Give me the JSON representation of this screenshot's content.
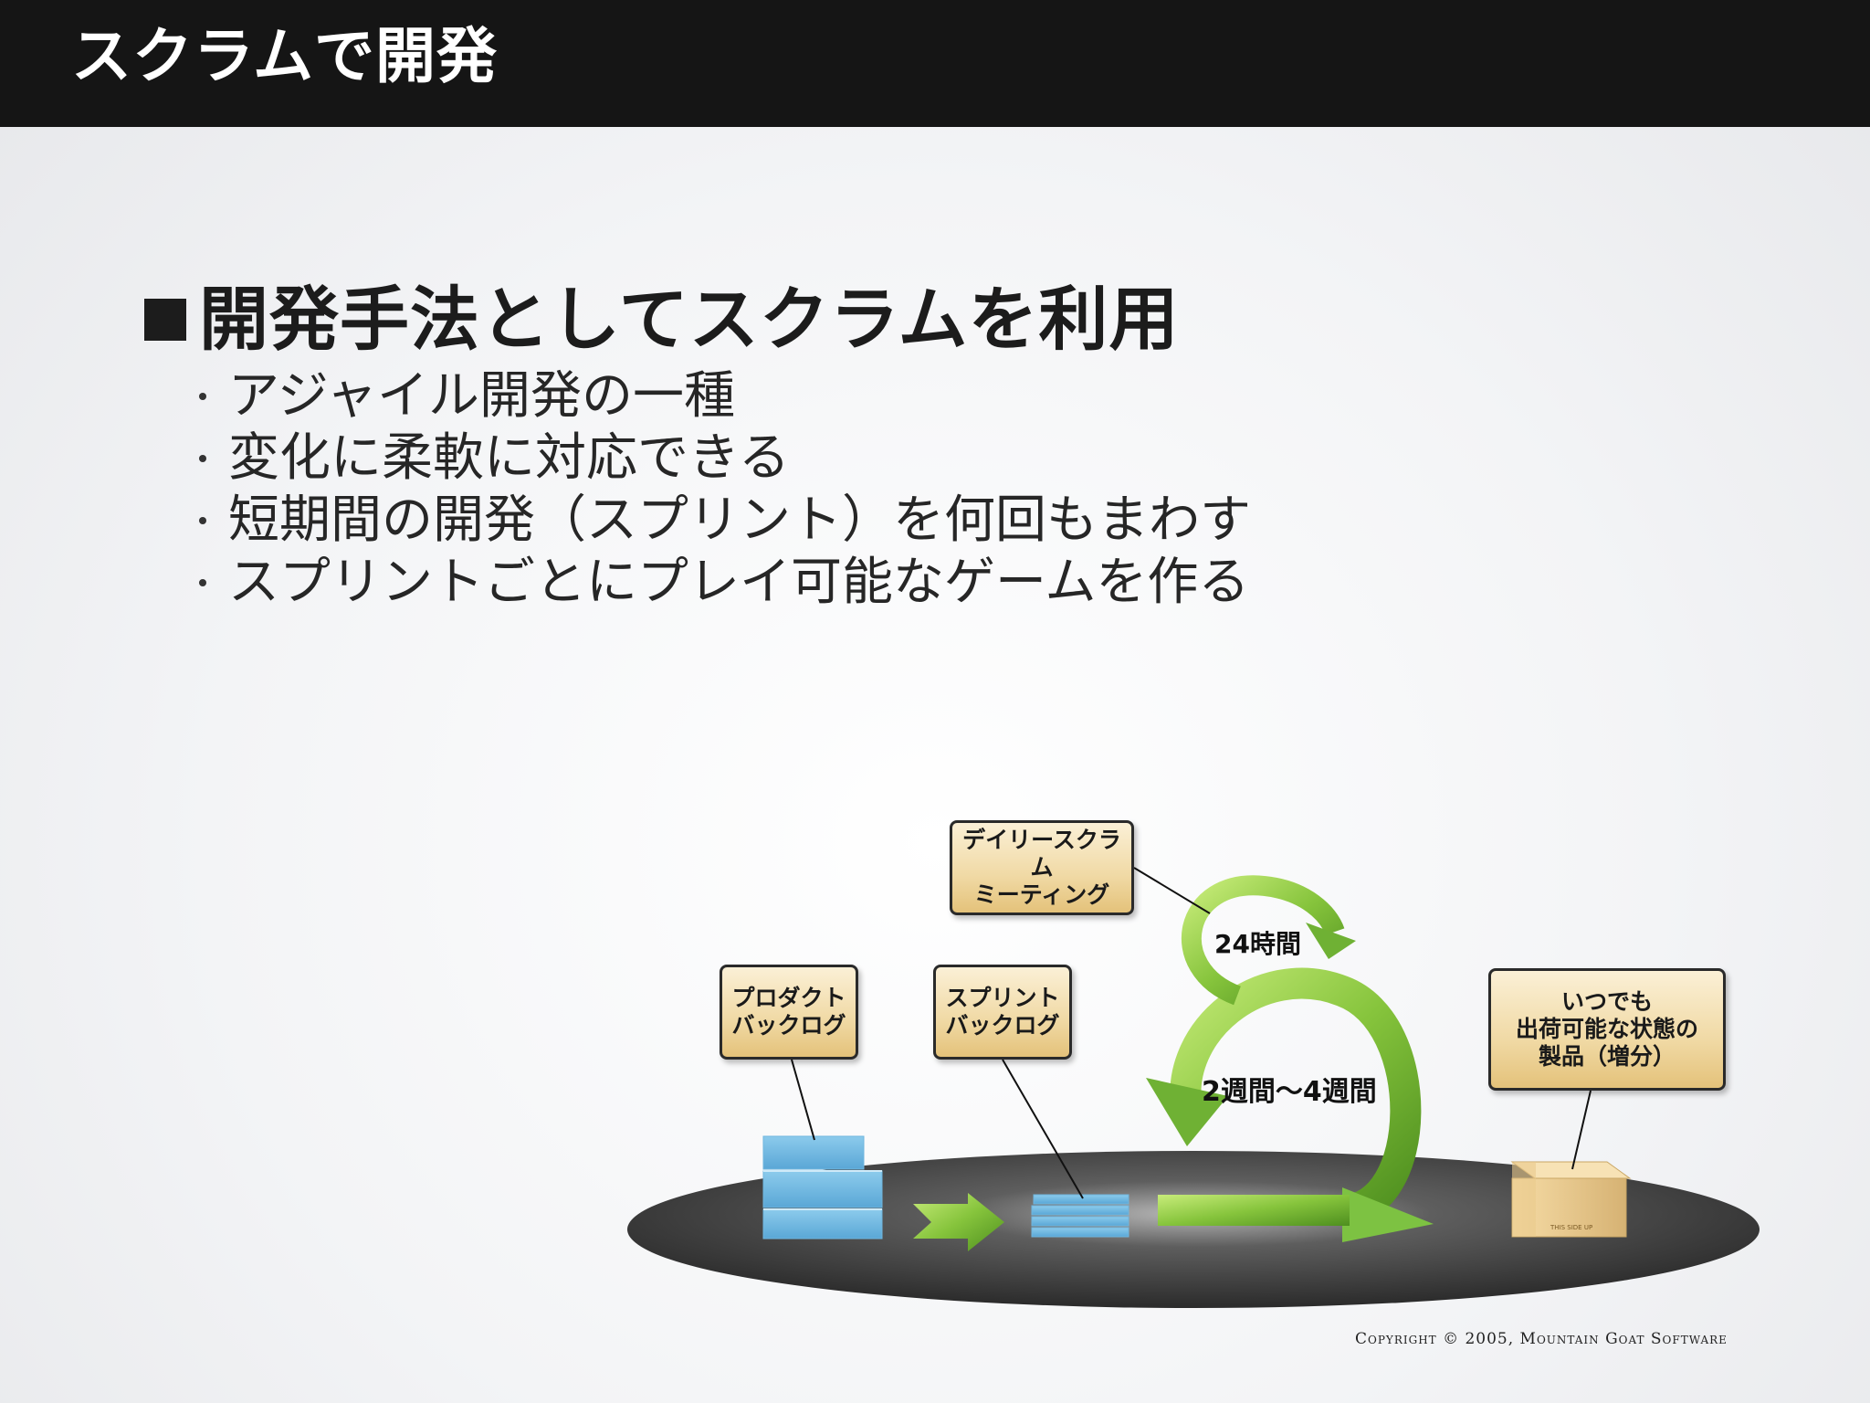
{
  "slide": {
    "title": "スクラムで開発",
    "heading": "開発手法としてスクラムを利用",
    "bullets": [
      "アジャイル開発の一種",
      "変化に柔軟に対応できる",
      "短期間の開発（スプリント）を何回もまわす",
      "スプリントごとにプレイ可能なゲームを作る"
    ]
  },
  "diagram": {
    "callouts": {
      "product_backlog": "プロダクト\nバックログ",
      "sprint_backlog": "スプリント\nバックログ",
      "daily_scrum": "デイリースクラム\nミーティング",
      "increment": "いつでも\n出荷可能な状態の\n製品（増分）"
    },
    "loops": {
      "daily": "24時間",
      "sprint": "2週間～4週間"
    },
    "box_stamp": "THIS SIDE UP"
  },
  "footer": {
    "copyright": "Copyright © 2005, Mountain Goat Software"
  },
  "colors": {
    "title_bar": "#151515",
    "arrow_green": "#7dc242",
    "callout_fill": "#f0d9a4",
    "stack_blue": "#8fc9ea",
    "platform": "#3a3a3a"
  }
}
